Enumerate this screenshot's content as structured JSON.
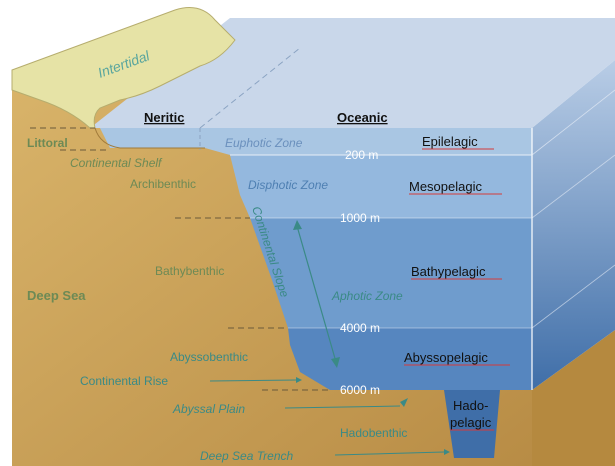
{
  "labels": {
    "intertidal": "Intertidal",
    "neritic": "Neritic",
    "oceanic": "Oceanic",
    "littoral": "Littoral",
    "continental_shelf": "Continental Shelf",
    "archibenthic": "Archibenthic",
    "bathybenthic": "Bathybenthic",
    "deep_sea": "Deep Sea",
    "abyssobenthic": "Abyssobenthic",
    "continental_rise": "Continental Rise",
    "abyssal_plain": "Abyssal Plain",
    "hadobenthic": "Hadobenthic",
    "deep_sea_trench": "Deep Sea Trench",
    "continental_slope": "Continental Slope",
    "euphotic_zone": "Euphotic Zone",
    "disphotic_zone": "Disphotic Zone",
    "aphotic_zone": "Aphotic Zone"
  },
  "depths": {
    "d200": "200 m",
    "d1000": "1000 m",
    "d4000": "4000 m",
    "d6000": "6000 m"
  },
  "pelagic_zones": {
    "epipelagic": "Epilelagic",
    "mesopelagic": "Mesopelagic",
    "bathypelagic": "Bathypelagic",
    "abyssopelagic": "Abyssopelagic",
    "hadopelagic_1": "Hado-",
    "hadopelagic_2": "pelagic"
  },
  "colors": {
    "sediment": "#c79f55",
    "surface": "#c9d7ea",
    "epipelagic": "#a9c6e3",
    "mesopelagic": "#94b8de",
    "bathypelagic": "#6f9ccd",
    "abyssopelagic": "#5686bf",
    "hadopelagic": "#3f6ea8",
    "intertidal_land": "#e6e3a6",
    "label_teal": "#3a8a86",
    "label_olive": "#6d8a55"
  }
}
